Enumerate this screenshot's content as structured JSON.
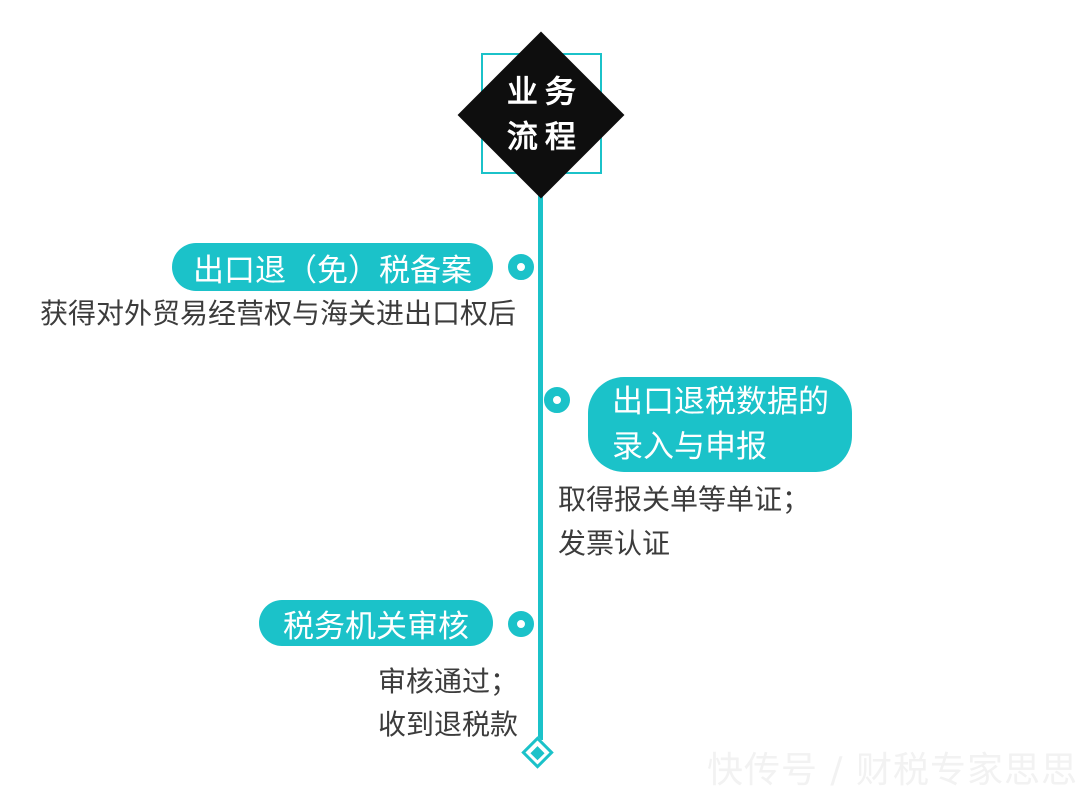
{
  "diagram": {
    "header": {
      "title_lines": [
        "业务",
        "流程"
      ]
    },
    "steps": [
      {
        "side": "left",
        "label_lines": [
          "出口退（免）税备案"
        ],
        "desc_lines": [
          "获得对外贸易经营权与海关进出口权后"
        ]
      },
      {
        "side": "right",
        "label_lines": [
          "出口退税数据的",
          "录入与申报"
        ],
        "desc_lines": [
          "取得报关单等单证；",
          "发票认证"
        ]
      },
      {
        "side": "left",
        "label_lines": [
          "税务机关审核"
        ],
        "desc_lines": [
          "审核通过；",
          "收到退税款"
        ]
      }
    ],
    "watermark": "快传号 / 财税专家思思",
    "colors": {
      "accent_teal": "#1BC2C9",
      "diamond_black": "#0E0E0E",
      "text_dark": "#3C3C3C",
      "watermark_gray": "#F2F2F2",
      "background": "#FFFFFF"
    }
  }
}
